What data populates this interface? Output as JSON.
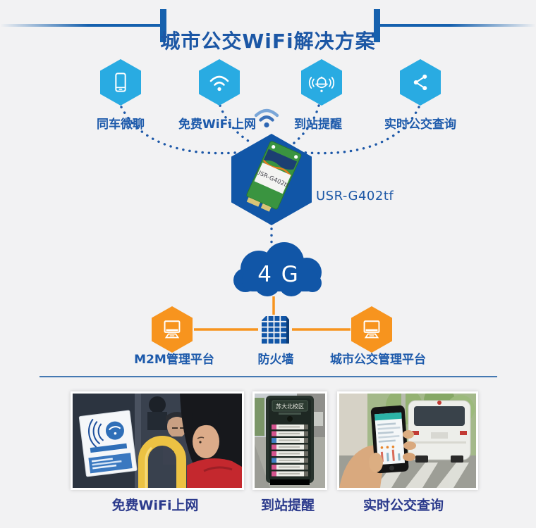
{
  "colors": {
    "accent_blue": "#1c57a5",
    "service_hex_blue": "#29abe2",
    "deep_blue": "#1156a7",
    "orange": "#f7941e",
    "caption_navy": "#2b3a8c",
    "background": "#f2f2f3"
  },
  "header": {
    "title": "城市公交WiFi解决方案"
  },
  "services": [
    {
      "label": "同车微聊",
      "icon": "smartphone-icon"
    },
    {
      "label": "免费WiFi上网",
      "icon": "wifi-icon"
    },
    {
      "label": "到站提醒",
      "icon": "alarm-bell-icon"
    },
    {
      "label": "实时公交查询",
      "icon": "share-nodes-icon"
    }
  ],
  "device": {
    "label": "USR-G402tf",
    "board_text": "USR-G402tf"
  },
  "network": {
    "cloud_label": "4 G"
  },
  "platforms": [
    {
      "label": "M2M管理平台",
      "icon": "desktop-icon"
    },
    {
      "label": "防火墙",
      "icon": "firewall-icon"
    },
    {
      "label": "城市公交管理平台",
      "icon": "desktop-icon"
    }
  ],
  "gallery": [
    {
      "caption": "免费WiFi上网"
    },
    {
      "caption": "到站提醒",
      "sign_text": "苏大北校区"
    },
    {
      "caption": "实时公交查询"
    }
  ]
}
